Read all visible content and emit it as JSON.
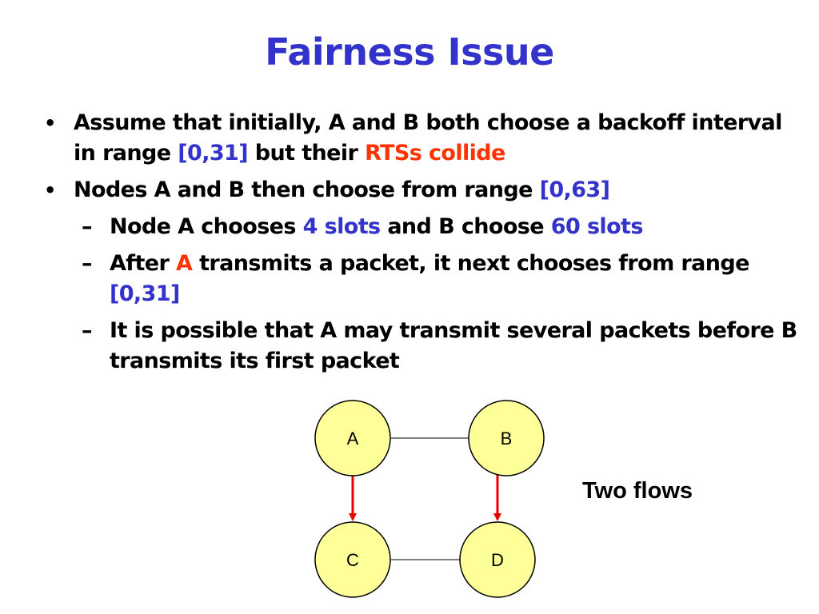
{
  "title": "Fairness Issue",
  "bullets": {
    "b1": {
      "marker": "•",
      "t1": "Assume that initially, A and B both choose a backoff interval in range ",
      "t2": "[0,31]",
      "t3": " but their ",
      "t4": "RTSs collide"
    },
    "b2": {
      "marker": "•",
      "t1": "Nodes A and B then choose from range ",
      "t2": "[0,63]"
    },
    "s1": {
      "marker": "–",
      "t1": "Node A chooses ",
      "t2": "4 slots",
      "t3": " and B choose ",
      "t4": "60 slots"
    },
    "s2": {
      "marker": "–",
      "t1": "After ",
      "t2": "A",
      "t3": " transmits a packet, it next chooses from range ",
      "t4": "[0,31]"
    },
    "s3": {
      "marker": "–",
      "t1": "It is possible that A may transmit several packets before B transmits its first packet"
    }
  },
  "diagram": {
    "nodes": {
      "a": "A",
      "b": "B",
      "c": "C",
      "d": "D"
    },
    "node_fill": "#ffff99",
    "link_color": "#000000",
    "flow_color": "#e60000",
    "caption": "Two flows"
  },
  "colors": {
    "title": "#3333cc",
    "highlight_blue": "#3333cc",
    "highlight_red": "#ff3300"
  }
}
